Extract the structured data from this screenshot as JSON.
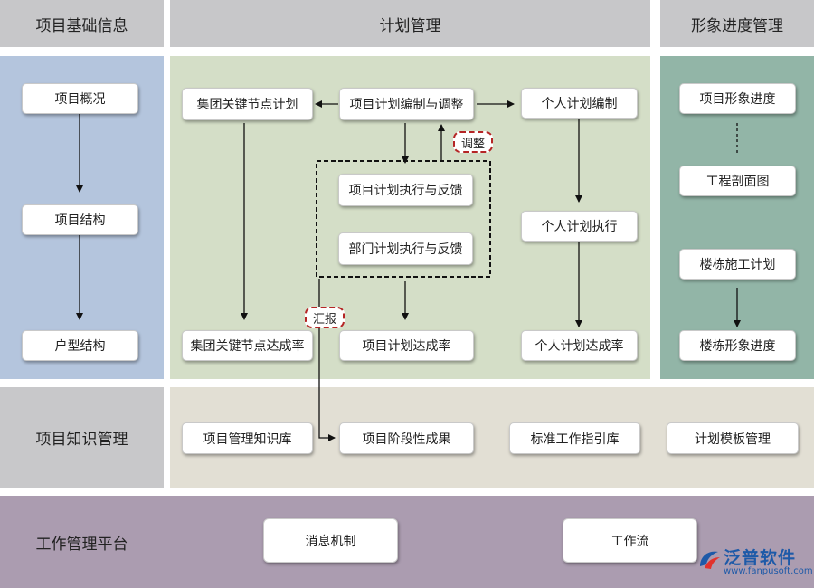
{
  "headers": {
    "project_basic": "项目基础信息",
    "plan_mgmt": "计划管理",
    "image_progress": "形象进度管理"
  },
  "basic_info": {
    "overview": "项目概况",
    "structure": "项目结构",
    "unit_type": "户型结构"
  },
  "plan": {
    "group_key_node_plan": "集团关键节点计划",
    "project_plan_edit": "项目计划编制与调整",
    "personal_plan_edit": "个人计划编制",
    "project_plan_exec": "项目计划执行与反馈",
    "dept_plan_exec": "部门计划执行与反馈",
    "personal_plan_exec": "个人计划执行",
    "group_key_node_rate": "集团关键节点达成率",
    "project_plan_rate": "项目计划达成率",
    "personal_plan_rate": "个人计划达成率",
    "adjust_tag": "调整",
    "report_tag": "汇报"
  },
  "image": {
    "project_image_progress": "项目形象进度",
    "section_view": "工程剖面图",
    "building_construction_plan": "楼栋施工计划",
    "building_image_progress": "楼栋形象进度"
  },
  "knowledge": {
    "row_label": "项目知识管理",
    "knowledge_base": "项目管理知识库",
    "phase_results": "项目阶段性成果",
    "standard_guide": "标准工作指引库",
    "template_mgmt": "计划模板管理"
  },
  "platform": {
    "row_label": "工作管理平台",
    "message": "消息机制",
    "workflow": "工作流"
  },
  "logo": {
    "name": "泛普软件",
    "url": "www.fanpusoft.com"
  },
  "colors": {
    "header_gray": "#c7c7c9",
    "basic_blue": "#b4c5dd",
    "plan_green": "#d4dec7",
    "image_teal": "#92b5a7",
    "knowledge_beige": "#e2dfd4",
    "left_gray": "#c8c8ca",
    "platform_purple": "#ab9cb0",
    "dash_red": "#b52525"
  }
}
